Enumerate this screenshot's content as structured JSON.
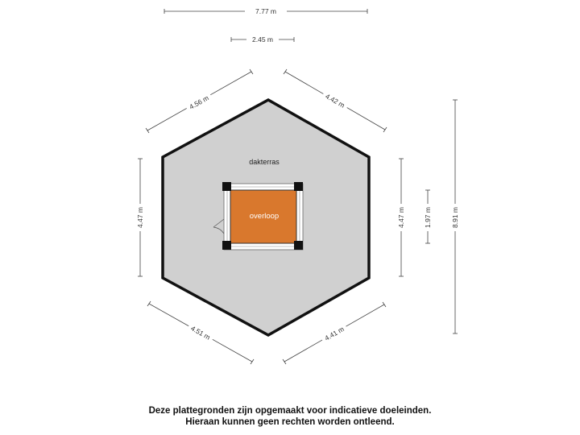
{
  "rooms": {
    "terrace": "dakterras",
    "landing": "overloop"
  },
  "dimensions": {
    "total_width": "7.77 m",
    "top_edge": "2.45 m",
    "upper_left": "4.56 m",
    "upper_right": "4.42 m",
    "left": "4.47 m",
    "right": "4.47 m",
    "inner_height": "1.97 m",
    "total_height": "8.91 m",
    "lower_left": "4.51 m",
    "lower_right": "4.41 m"
  },
  "disclaimer": {
    "line1": "Deze plattegronden zijn opgemaakt voor indicatieve doeleinden.",
    "line2": "Hieraan kunnen geen rechten worden ontleend."
  },
  "colors": {
    "terrace_fill": "#d0d0d0",
    "landing_fill": "#d9782d",
    "wall": "#111111"
  }
}
